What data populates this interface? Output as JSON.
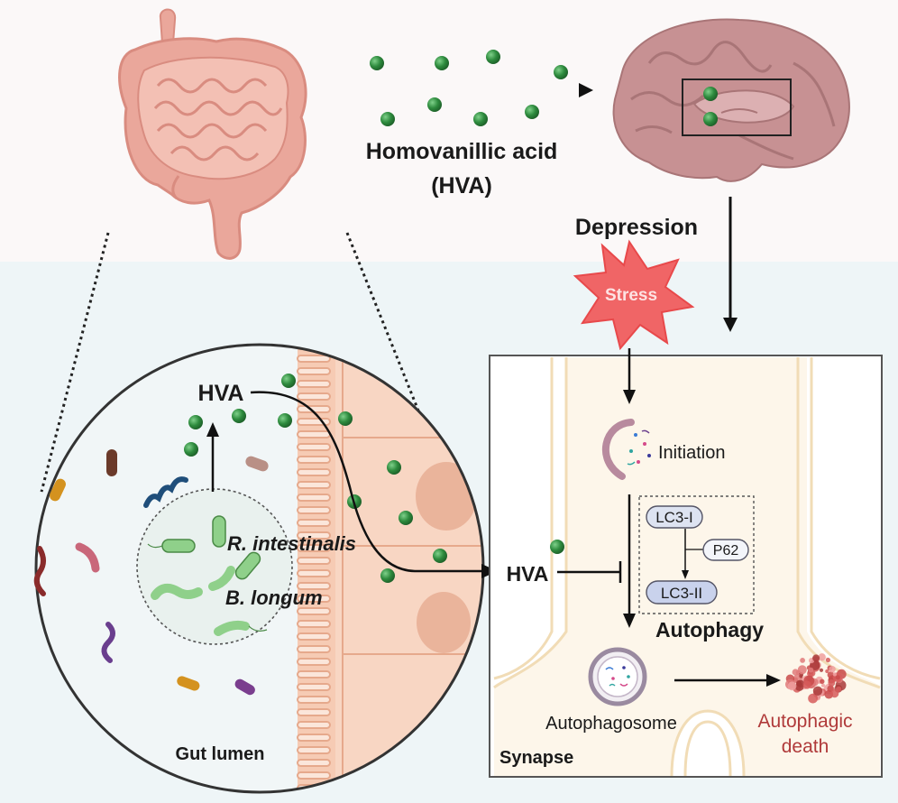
{
  "colors": {
    "background_top": "#fbf8f8",
    "background_bottom": "#eef5f7",
    "hva_molecule": "#2e8b3e",
    "gut": "#eaa79b",
    "gut_shade": "#d98c80",
    "brain": "#c79193",
    "stress_star": "#f06566",
    "tissue": "#f8d6c3",
    "lc3_fill": "#dde3f1",
    "lc3_ii_fill": "#c9d2ec",
    "death_text": "#b03a3a",
    "green_bacteria": "#8fd08a"
  },
  "icons": [
    "intestine-icon",
    "brain-icon",
    "stress-star-icon",
    "bacteria-icon",
    "autophagosome-icon",
    "phagophore-icon",
    "autophagic-death-icon"
  ],
  "labels": {
    "hva_full_line1": "Homovanillic acid",
    "hva_full_line2": "(HVA)",
    "depression": "Depression",
    "stress": "Stress",
    "hva_gut": "HVA",
    "r_intestinalis": "R. intestinalis",
    "b_longum": "B. longum",
    "gut_lumen": "Gut lumen",
    "hva_synapse": "HVA",
    "initiation": "Initiation",
    "lc3_i": "LC3-I",
    "p62": "P62",
    "lc3_ii": "LC3-II",
    "autophagy": "Autophagy",
    "autophagosome": "Autophagosome",
    "autophagic_death_line1": "Autophagic",
    "autophagic_death_line2": "death",
    "synapse": "Synapse"
  }
}
